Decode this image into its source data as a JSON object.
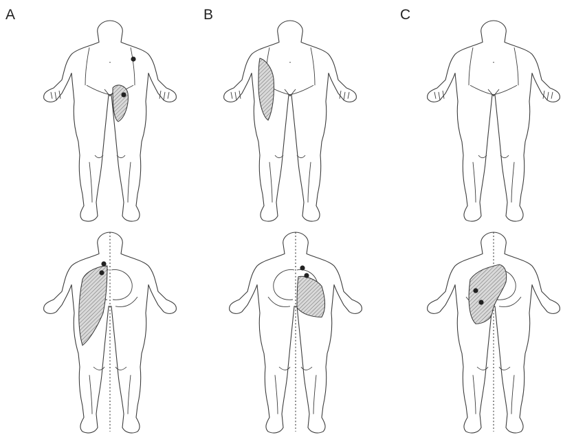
{
  "panels": [
    {
      "label": "A",
      "hatch_front": "left-anterior-thigh",
      "hatch_back": "right-posterior-thigh",
      "points": 4
    },
    {
      "label": "B",
      "hatch_front": "right-lateral-thigh",
      "hatch_back": "left-buttock",
      "points": 2
    },
    {
      "label": "C",
      "hatch_front": "none",
      "hatch_back": "right-buttock",
      "points": 2
    }
  ],
  "colors": {
    "outline": "#3a3a3a",
    "hatch_fill": "#d6d6d6",
    "point": "#222222",
    "background": "#ffffff"
  }
}
